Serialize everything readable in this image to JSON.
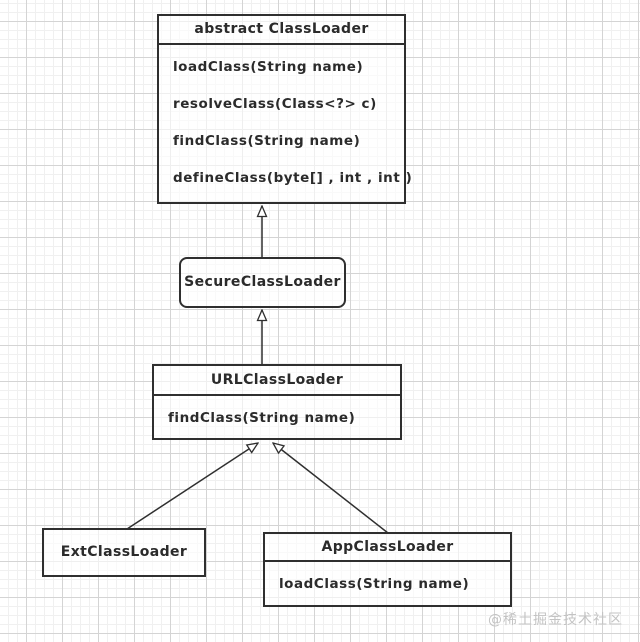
{
  "diagram": {
    "type": "uml-class-diagram",
    "subject": "Java ClassLoader hierarchy",
    "nodes": [
      {
        "id": "abstract-classloader",
        "title": "abstract ClassLoader",
        "methods": [
          "loadClass(String name)",
          "resolveClass(Class<?> c)",
          "findClass(String name)",
          "defineClass(byte[] , int , int )"
        ]
      },
      {
        "id": "secure-classloader",
        "title": "SecureClassLoader",
        "methods": []
      },
      {
        "id": "url-classloader",
        "title": "URLClassLoader",
        "methods": [
          "findClass(String name)"
        ]
      },
      {
        "id": "ext-classloader",
        "title": "ExtClassLoader",
        "methods": []
      },
      {
        "id": "app-classloader",
        "title": "AppClassLoader",
        "methods": [
          "loadClass(String name)"
        ]
      }
    ],
    "edges": [
      {
        "from": "SecureClassLoader",
        "to": "abstract ClassLoader",
        "type": "inheritance"
      },
      {
        "from": "URLClassLoader",
        "to": "SecureClassLoader",
        "type": "inheritance"
      },
      {
        "from": "ExtClassLoader",
        "to": "URLClassLoader",
        "type": "inheritance"
      },
      {
        "from": "AppClassLoader",
        "to": "URLClassLoader",
        "type": "inheritance"
      }
    ],
    "watermark": "@稀土掘金技术社区",
    "colors": {
      "stroke": "#2f2f2f",
      "grid_major": "#d4d4d4",
      "grid_minor": "#f0f0f0",
      "node_fill": "#ffffff",
      "watermark": "#c3c3c3"
    }
  }
}
